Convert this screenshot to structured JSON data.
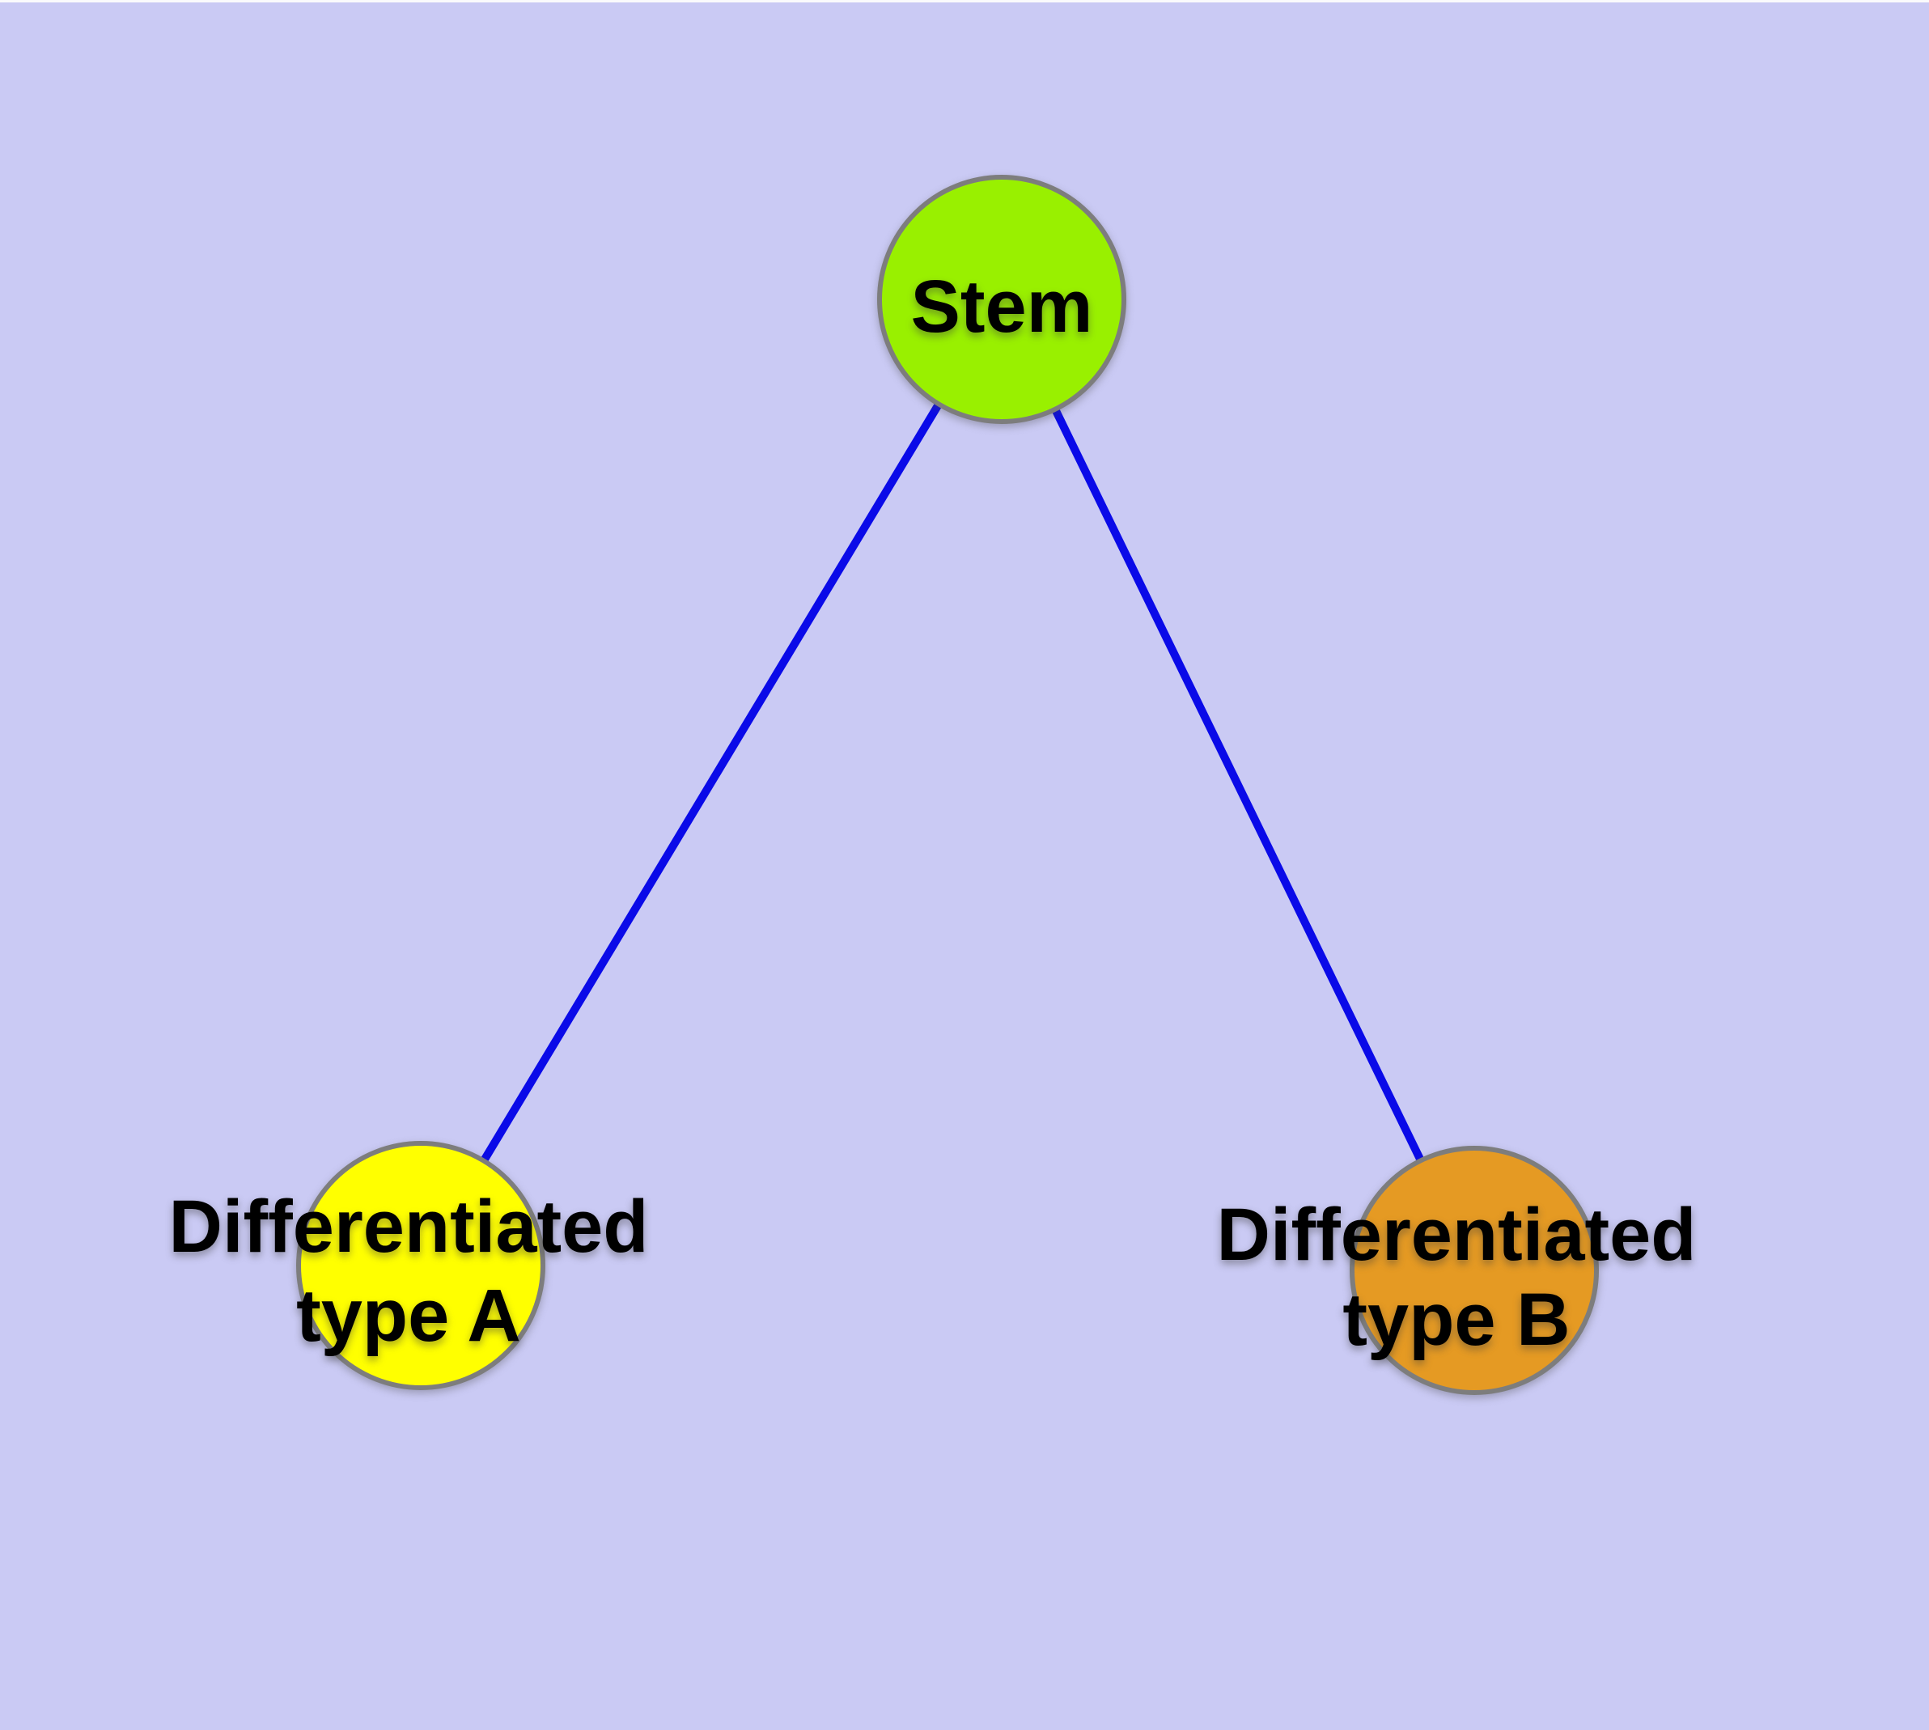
{
  "canvas": {
    "background_color": "#cacaf4",
    "top_edge_color": "#fafafc"
  },
  "styles": {
    "node_border_color": "#7d7d7d",
    "label_color": "#000000"
  },
  "nodes": {
    "stem": {
      "label": "Stem",
      "fill_color": "#99f000"
    },
    "type_a": {
      "label_line1": "Differentiated",
      "label_line2": "type A",
      "fill_color": "#ffff00"
    },
    "type_b": {
      "label_line1": "Differentiated",
      "label_line2": "type B",
      "fill_color": "#e59a23"
    }
  },
  "edges": {
    "color": "#0a0ae8",
    "items": [
      {
        "from": "Stem",
        "to": "Differentiated type A"
      },
      {
        "from": "Stem",
        "to": "Differentiated type B"
      }
    ]
  }
}
